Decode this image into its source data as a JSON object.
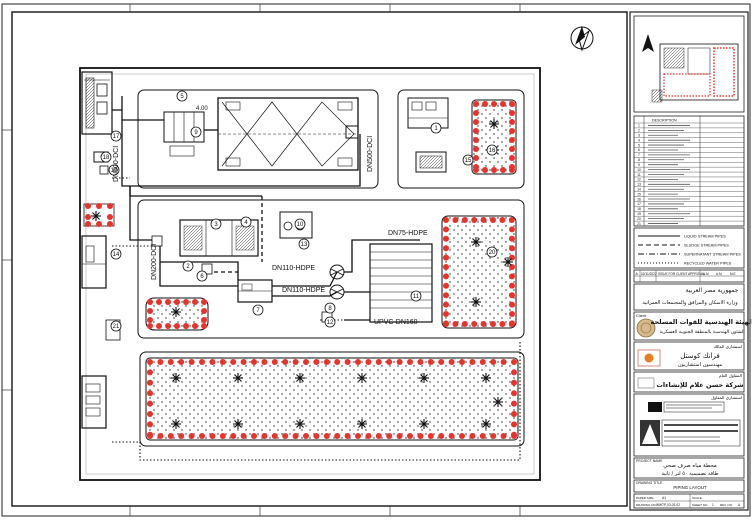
{
  "drawing": {
    "pipe_labels": {
      "dn500_ci_left": "DN500-DCI",
      "dn500_ci_right": "DN500-DCI",
      "dn200_ci": "DN200-DCI",
      "dn75_hdpe": "DN75-HDPE",
      "dn110_hdpe_a": "DN110-HDPE",
      "dn110_hdpe_b": "DN110-HDPE",
      "upvc_dn160": "UPVC-DN160"
    },
    "unit_tags": [
      "1",
      "2",
      "3",
      "4",
      "5",
      "6",
      "7",
      "8",
      "9",
      "10",
      "11",
      "12",
      "13",
      "14",
      "15",
      "16",
      "17",
      "18",
      "19",
      "20",
      "21"
    ],
    "level_label": "4.00"
  },
  "legend_table": {
    "header": "DESCRIPTION",
    "row_numbers": [
      "1",
      "2",
      "3",
      "4",
      "5",
      "6",
      "7",
      "8",
      "9",
      "10",
      "11",
      "12",
      "13",
      "14",
      "15",
      "16",
      "17",
      "18",
      "19",
      "20",
      "21"
    ]
  },
  "pipe_legend": [
    {
      "label": "LIQUID STREAM PIPES",
      "style": "solid"
    },
    {
      "label": "SLUDGE STREAM PIPES",
      "style": "dash"
    },
    {
      "label": "SUPERNATANT STREAM PIPES",
      "style": "dashdot"
    },
    {
      "label": "RECYCLED WATER PIPES",
      "style": "dot"
    }
  ],
  "revision": {
    "rev": "A",
    "date": "02/11/2022",
    "description": "ISSUE FOR CLIENT APPROVAL",
    "by": "A.M",
    "checked": "A.M",
    "approved": "M.E"
  },
  "title_block": {
    "republic_ar": "جمهورية مصر العربية",
    "ministry_ar": "وزارة الاسكان والمرافق والمجتمعات العمرانية",
    "client_label": "Client",
    "authority_ar": "الهيئة الهندسية للقوات المسلحة",
    "authority_sub_ar": "الشئون الهندسية بالمنطقة الجنوبية العسكرية",
    "consultant_label": "استشاري المالك",
    "consultant_ar": "فرانك كوستل",
    "consultant_sub_ar": "مهندسون استشاريون",
    "contractor_label": "المقاول العام",
    "contractor_ar": "شركة حسن علام للإنشاءات",
    "design_consultant_label": "استشاري المقاول",
    "project_name_label": "PROJECT NAME",
    "project_ar": "محطة مياه صرف صحي",
    "capacity_ar": "طاقة تصميمية ٥٠ لتر / ثانية",
    "drawing_title_label": "DRAWING TITLE",
    "drawing_title": "PIPING LAYOUT",
    "paper_size_label": "PAPER SIZE",
    "paper_size": "A1",
    "scale_label": "SCALE",
    "drawing_no_label": "DRAWING NO.",
    "drawing_no": "WWTP-03-03-02",
    "sheet_label": "SHEET NO.",
    "sheet": "1",
    "rev_label": "REV. NO.",
    "rev": "A"
  },
  "colors": {
    "line": "#111111",
    "red_dot": "#e8322b",
    "panel_border": "#222222"
  }
}
